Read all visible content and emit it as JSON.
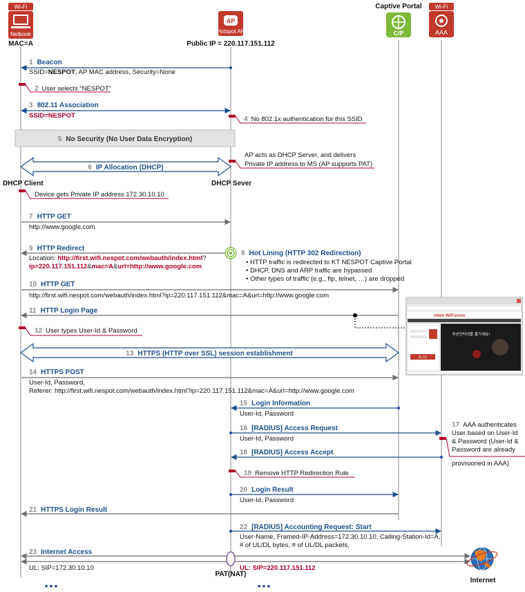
{
  "entities": {
    "netbook": {
      "badge": "Wi-Fi",
      "name": "Netbook",
      "below": "MAC=A"
    },
    "hotspot": {
      "name": "Hotspot AP",
      "icon": "AP",
      "below": "Public IP = 220.117.151.112"
    },
    "captive": {
      "above": "Captive Portal",
      "icon": "C/P"
    },
    "aaa": {
      "badge": "Wi-Fi",
      "name": "AAA"
    }
  },
  "labels": {
    "dhcp_client": "DHCP Client",
    "dhcp_server": "DHCP Sever",
    "pat": "PAT(NAT)",
    "internet": "Internet",
    "ellipsis": "•••"
  },
  "steps": {
    "s1": {
      "num": "1",
      "title": "Beacon",
      "d1_pre": "SSID=",
      "d1_bold": "NESPOT",
      "d1_post": ", AP MAC address, Security=None"
    },
    "s2": {
      "num": "2",
      "text": "User selects “NESPOT”"
    },
    "s3": {
      "num": "3",
      "title": "802.11 Association",
      "red": "SSID=NESPOT"
    },
    "s4": {
      "num": "4",
      "text": "No 802.1x authentication for this SSID"
    },
    "s5": {
      "num": "5",
      "text": "No Security (No User Data Encryption)"
    },
    "s6": {
      "num": "6",
      "title": "IP Allocation (DHCP)",
      "note1": "AP acts as DHCP Server, and delivers",
      "note2": "Private IP address to MS (AP supports PAT)"
    },
    "s_dev": {
      "text": "Device gets Private IP address 172.30.10.10"
    },
    "s7": {
      "num": "7",
      "title": "HTTP GET",
      "d1": "http://www.google.com"
    },
    "s8": {
      "num": "8",
      "title": "Hot Lining (HTTP 302 Redirection)",
      "b1": "HTTP traffic is redirected to KT NESPOT Captive Portal",
      "b2": "DHCP, DNS and  ARP traffic are bypassed",
      "b3": "Other types of traffic (e.g., ftp, telnet, …) are dropped"
    },
    "s9": {
      "num": "9",
      "title": "HTTP Redirect",
      "loc": "Location: ",
      "url1": "http://first.wifi.nespot.com/webauth/index.html",
      "q": "?",
      "ip": "ip=220.117.151.112",
      "amp1": "&",
      "mac": "mac=A",
      "amp2": "&",
      "url2": "url=http://www.google.com"
    },
    "s10": {
      "num": "10",
      "title": "HTTP GET",
      "d1": "http://first.wifi.nespot.com/webauth/index.html?ip=220.117.151.112&mac=A&url=http://www.google.com"
    },
    "s11": {
      "num": "11",
      "title": "HTTP Login Page"
    },
    "s12": {
      "num": "12",
      "text": "User types User-Id & Password"
    },
    "s13": {
      "num": "13",
      "title": "HTTPS (HTTP over SSL) session establishment"
    },
    "s14": {
      "num": "14",
      "title": "HTTPS POST",
      "d1": "User-Id, Password,",
      "d2": "Referer: http://first.wifi.nespot.com/webauth/index.html?ip=220.117.151.112&mac=A&url=http://www.google.com"
    },
    "s15": {
      "num": "15",
      "title": "Login Information",
      "d1": "User-Id, Password"
    },
    "s16": {
      "num": "16",
      "title": "[RADIUS] Access Request",
      "d1": "User-Id, Password"
    },
    "s17": {
      "num": "17",
      "l1": "AAA authenticates",
      "l2": "User based on User-Id",
      "l3": "& Password (User-Id &",
      "l4": "Password are already",
      "l5": "provisioned in AAA)"
    },
    "s18": {
      "num": "18",
      "title": "[RADIUS] Access Accept"
    },
    "s19": {
      "num": "19",
      "text": "Remove HTTP Redirection Rule"
    },
    "s20": {
      "num": "20",
      "title": "Login Result",
      "d1": "User-Id, Password"
    },
    "s21": {
      "num": "21",
      "title": "HTTPS Login Result"
    },
    "s22": {
      "num": "22",
      "title": "[RADIUS] Accounting Request: Start",
      "d1": "User-Name, Framed-IP-Address=172.30.10.10, Calling-Station-Id=A,",
      "d2": "# of UL/DL bytes, # of UL/DL packets,"
    },
    "s23": {
      "num": "23",
      "title": "Internet Access",
      "ul1": "UL: SIP=172.30.10.10",
      "ul2": "UL: SIP=220.117.151.112"
    }
  },
  "screenshot": {
    "brand": "olleh WiFizone",
    "promo": "무선인터넷을 즐기세요!",
    "button": "로그인"
  },
  "colors": {
    "arrow_gray": "#6d6d6d",
    "arrow_blue": "#1f4e8c",
    "label_blue": "#1f4e8c",
    "accent_red": "#b0002a",
    "entity_red": "#c0392b",
    "portal_green": "#7dba3a",
    "box_gray": "#e3e3e3"
  }
}
